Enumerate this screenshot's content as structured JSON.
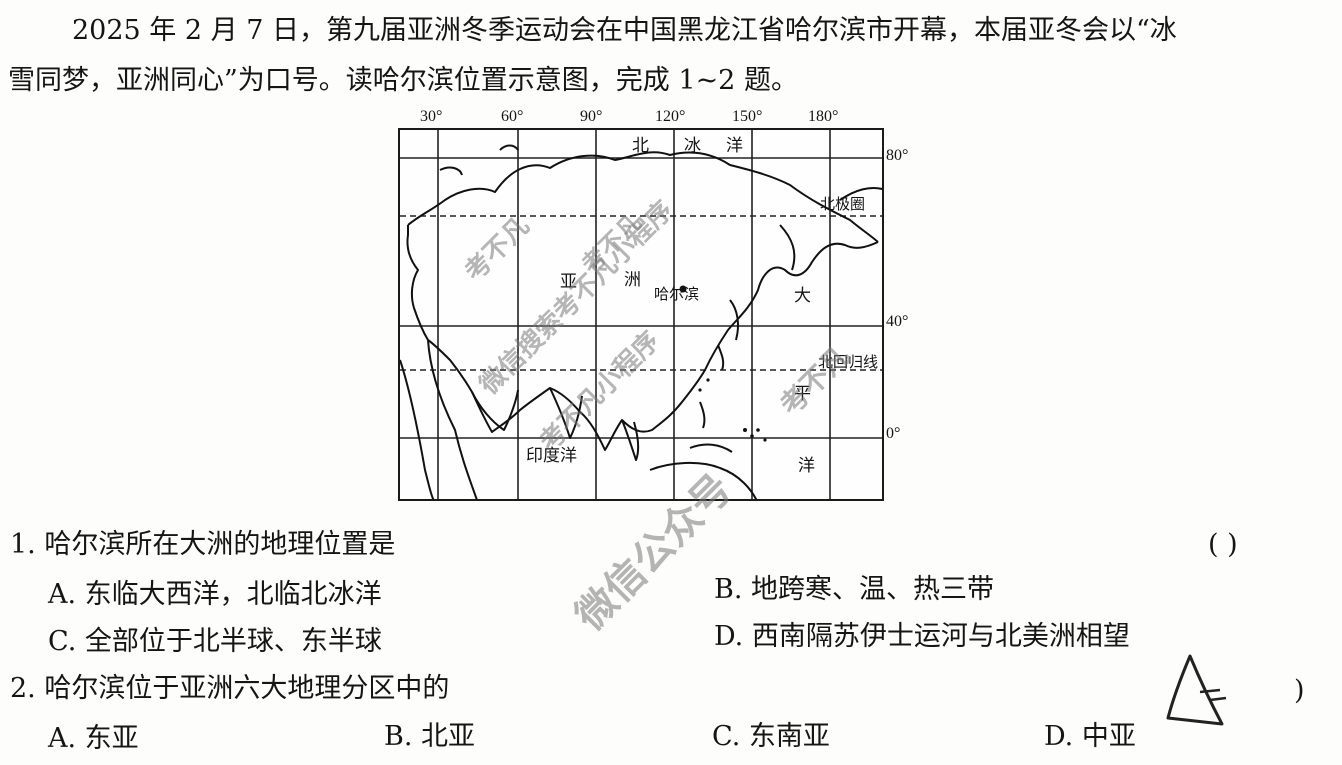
{
  "intro": {
    "line1": "2025 年 2 月 7 日，第九届亚洲冬季运动会在中国黑龙江省哈尔滨市开幕，本届亚冬会以“冰",
    "line2": "雪同梦，亚洲同心”为口号。读哈尔滨位置示意图，完成 1~2 题。"
  },
  "map": {
    "lon_labels": [
      "30°",
      "60°",
      "90°",
      "120°",
      "150°",
      "180°"
    ],
    "lat_labels": [
      "80°",
      "40°",
      "0°"
    ],
    "places": {
      "arctic_ocean": [
        "北",
        "冰",
        "洋"
      ],
      "arctic_circle": "北极圈",
      "asia_1": "亚",
      "asia_2": "洲",
      "harbin": "哈尔滨",
      "pacific": [
        "大",
        "平",
        "洋"
      ],
      "tropic": "北回归线",
      "indian_ocean": "印度洋"
    }
  },
  "watermarks": [
    "考不凡",
    "考不凡",
    "微信搜索考不凡小程序",
    "考不凡小程序",
    "考不凡",
    "微信公众号"
  ],
  "questions": [
    {
      "stem": "1. 哈尔滨所在大洲的地理位置是",
      "bracket": "(        )",
      "options": {
        "A": "A. 东临大西洋，北临北冰洋",
        "B": "B. 地跨寒、温、热三带",
        "C": "C. 全部位于北半球、东半球",
        "D": "D. 西南隔苏伊士运河与北美洲相望"
      }
    },
    {
      "stem": "2. 哈尔滨位于亚洲六大地理分区中的",
      "bracket": ")",
      "options": {
        "A": "A. 东亚",
        "B": "B. 北亚",
        "C": "C. 东南亚",
        "D": "D. 中亚"
      }
    }
  ]
}
